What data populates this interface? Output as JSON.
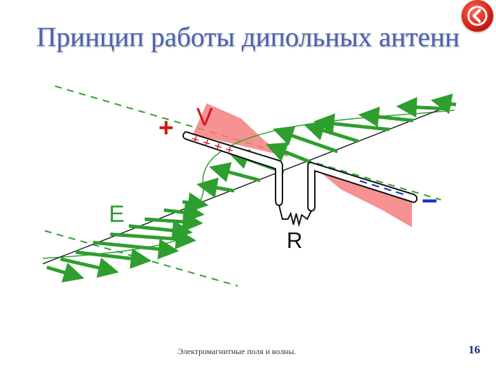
{
  "title": "Принцип работы дипольных антенн",
  "diagram": {
    "label_v": "V",
    "label_e": "E",
    "label_r": "R",
    "plus_sign": "+",
    "minus_sign": "−",
    "plus_charges": "+ + + +",
    "minus_charges": "– – – –"
  },
  "footer": {
    "caption": "Электромагнитные поля и волны.",
    "page_number": "16"
  },
  "colors": {
    "title": "#4a62b0",
    "arrow_green": "#2e9e2e",
    "field_pink": "#f57f7f",
    "plus_red": "#d01818",
    "minus_blue": "#1c2fc8"
  },
  "icons": {
    "back": "back-arrow-icon"
  }
}
